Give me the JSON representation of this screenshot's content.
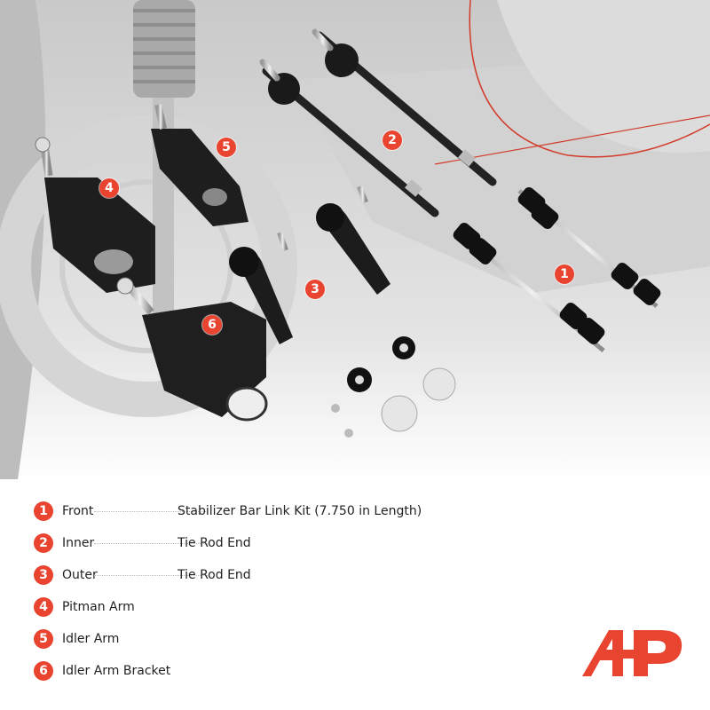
{
  "colors": {
    "accent": "#e8442f",
    "text": "#222222",
    "background": "#ffffff"
  },
  "callouts": [
    "1",
    "2",
    "3",
    "4",
    "5",
    "6"
  ],
  "legend": [
    {
      "number": "1",
      "part": "Front",
      "description": "Stabilizer Bar Link Kit (7.750 in Length)"
    },
    {
      "number": "2",
      "part": "Inner",
      "description": "Tie Rod End"
    },
    {
      "number": "3",
      "part": "Outer",
      "description": "Tie Rod End"
    },
    {
      "number": "4",
      "part": "Pitman Arm",
      "description": ""
    },
    {
      "number": "5",
      "part": "Idler Arm",
      "description": ""
    },
    {
      "number": "6",
      "part": "Idler Arm Bracket",
      "description": ""
    }
  ],
  "logo": {
    "icon": "ap-brand-logo"
  }
}
